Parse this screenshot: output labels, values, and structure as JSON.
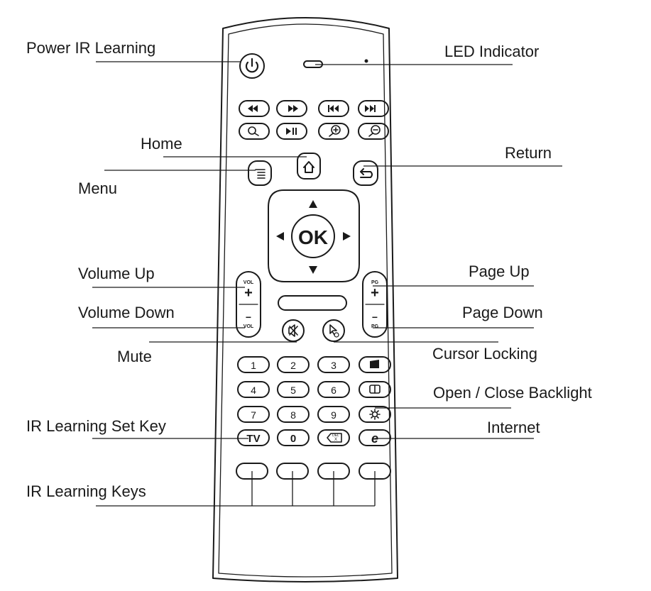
{
  "labels": {
    "power_ir_learning": "Power IR Learning",
    "led_indicator": "LED Indicator",
    "home": "Home",
    "return": "Return",
    "menu": "Menu",
    "volume_up": "Volume Up",
    "page_up": "Page Up",
    "volume_down": "Volume Down",
    "page_down": "Page Down",
    "mute": "Mute",
    "cursor_locking": "Cursor Locking",
    "open_close_backlight": "Open / Close Backlight",
    "ir_learning_set_key": "IR Learning Set Key",
    "internet": "Internet",
    "ir_learning_keys": "IR Learning Keys"
  },
  "keys": {
    "ok": "OK",
    "vol": "VOL",
    "pg": "PG",
    "plus": "+",
    "minus": "−",
    "tv": "TV",
    "del": "DEL",
    "del_x": "X",
    "internet_glyph": "e",
    "numbers": [
      "1",
      "2",
      "3",
      "4",
      "5",
      "6",
      "7",
      "8",
      "9",
      "0"
    ]
  },
  "colors": {
    "line": "#1a1a1a",
    "body": "#ffffff",
    "text": "#1a1a1a"
  }
}
